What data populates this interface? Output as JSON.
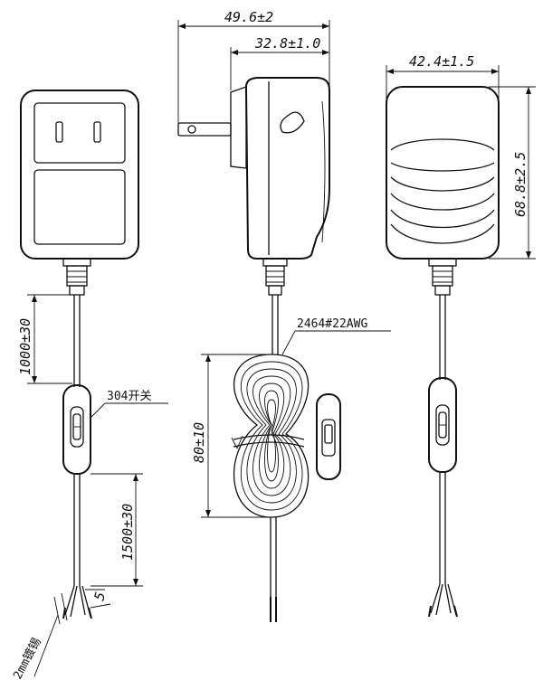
{
  "dimensions": {
    "overall_width": "49.6±2",
    "body_width": "32.8±1.0",
    "side_width": "42.4±1.5",
    "height": "68.8±2.5",
    "cable_top": "1000±30",
    "cable_bottom": "1500±30",
    "coil_height": "80±10",
    "strip_length": "5"
  },
  "labels": {
    "cable_spec": "2464#22AWG",
    "switch": "304开关",
    "tinning": "2mm镀锡"
  }
}
